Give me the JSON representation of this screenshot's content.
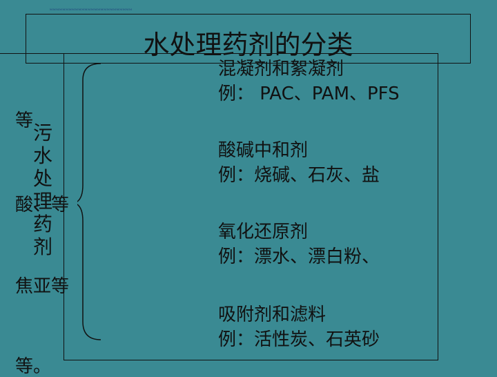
{
  "header_note": "MMMMMMMMMMMMMMMMMMMMMMMMMM",
  "title": "水处理药剂的分类",
  "left_label": [
    "污",
    "水",
    "处",
    "理",
    "药",
    "剂"
  ],
  "overflow_fragments": [
    "等",
    "酸、等",
    "焦亚等",
    "等。"
  ],
  "categories": [
    {
      "name": "混凝剂和絮凝剂",
      "example": "例：  PAC、PAM、PFS"
    },
    {
      "name": "酸碱中和剂",
      "example": "例：烧碱、石灰、盐"
    },
    {
      "name": "氧化还原剂",
      "example": "例：漂水、漂白粉、"
    },
    {
      "name": "吸附剂和滤料",
      "example": "例：活性炭、石英砂"
    }
  ]
}
